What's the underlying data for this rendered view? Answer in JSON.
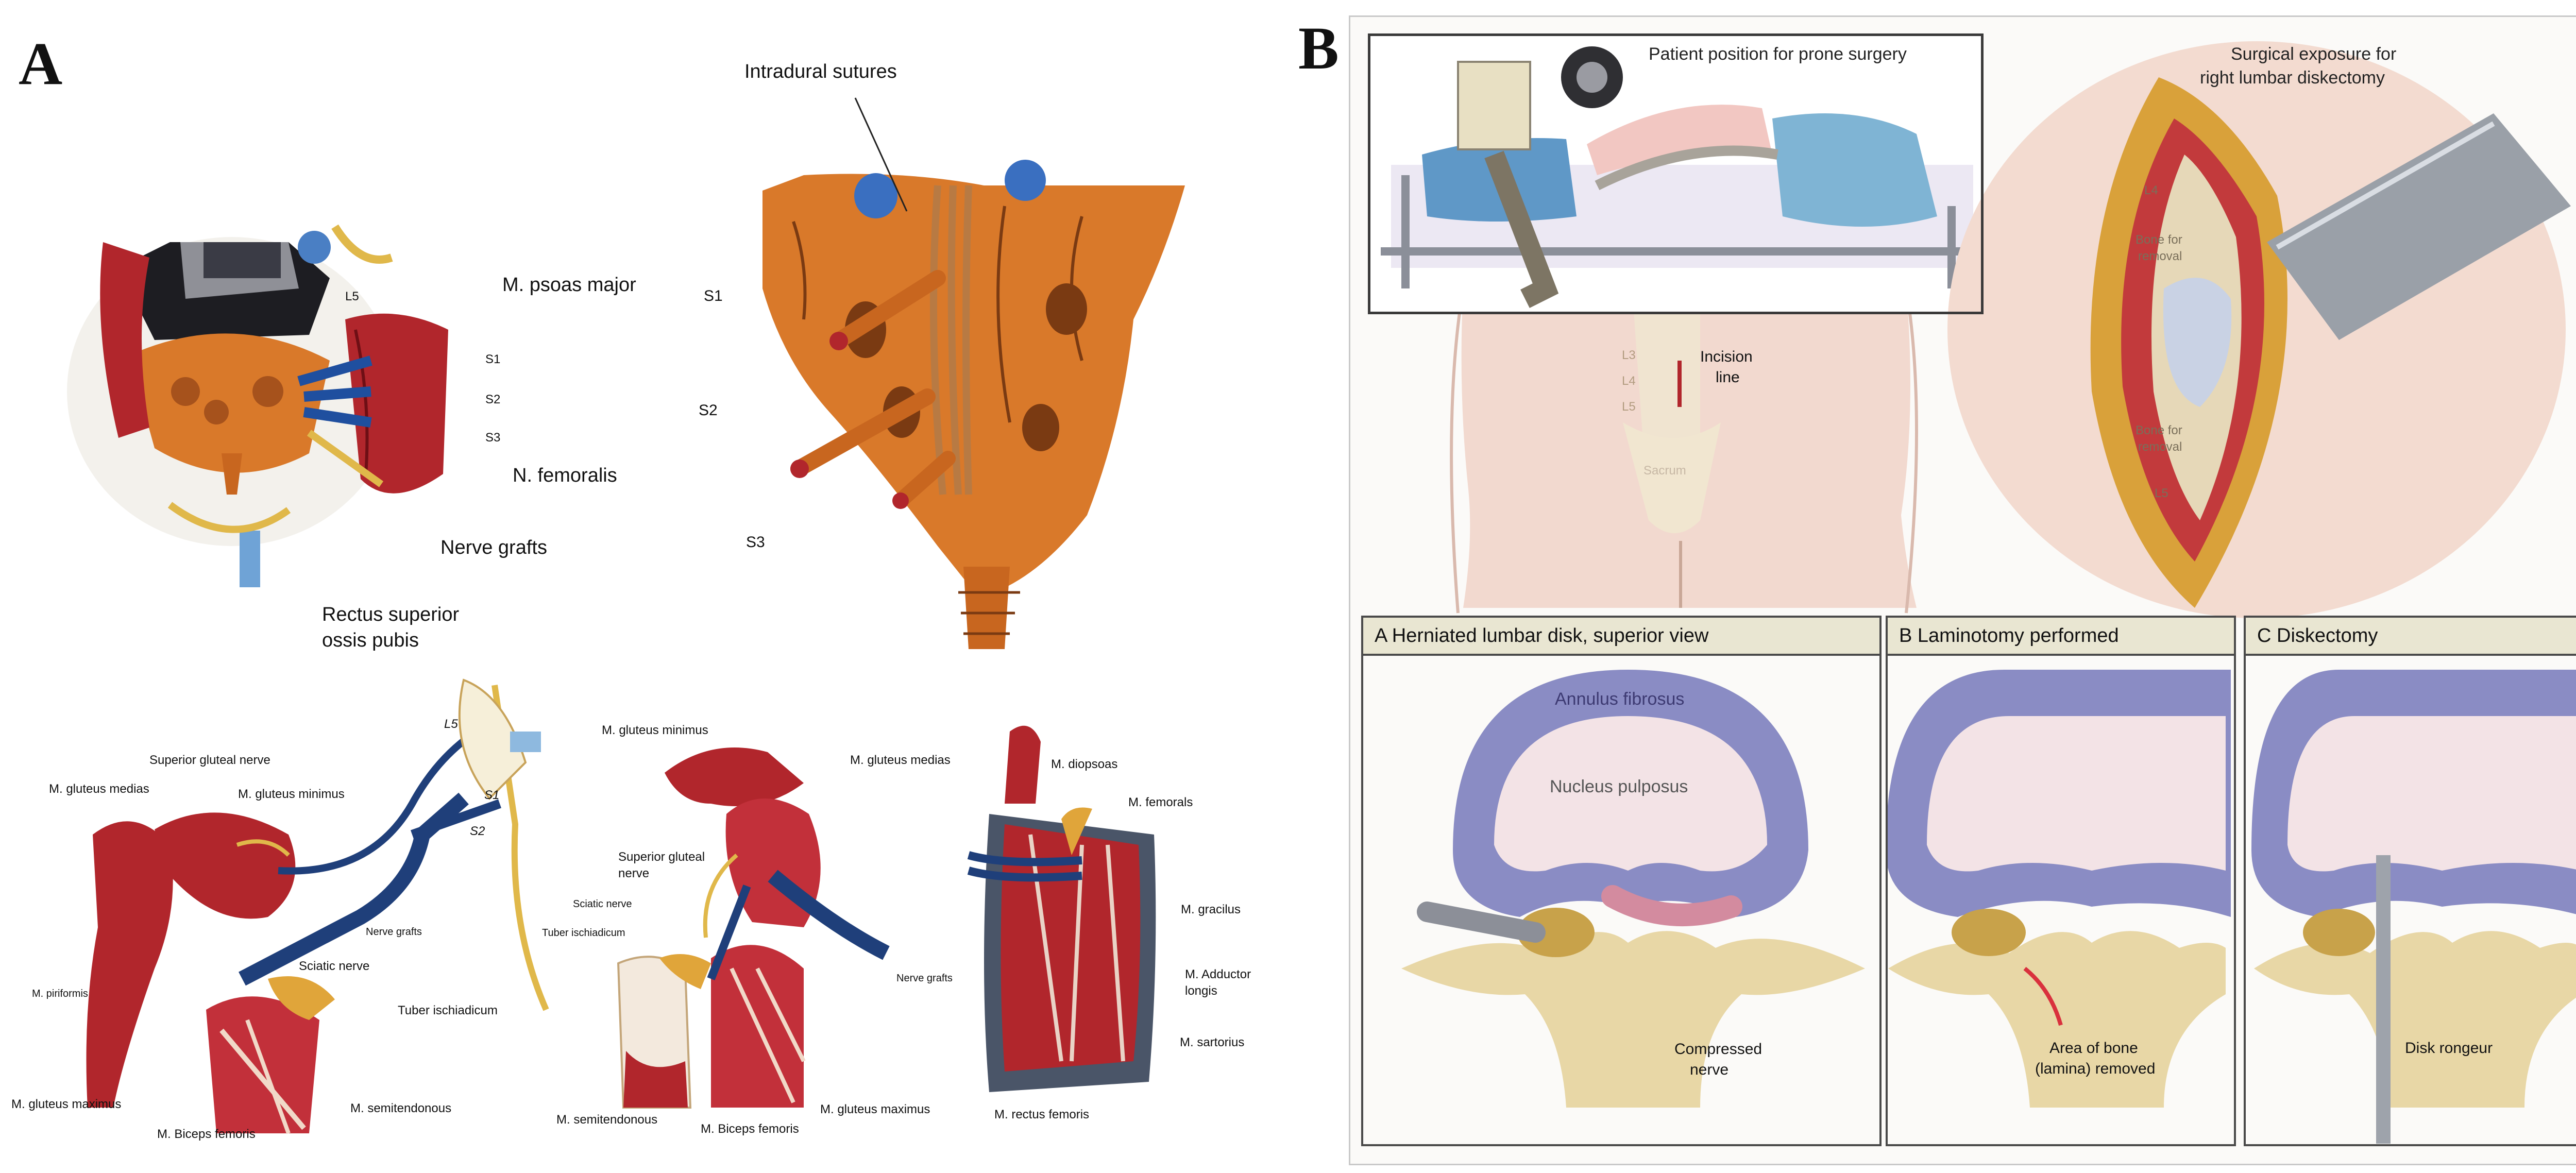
{
  "panels": {
    "a_letter": "A",
    "b_letter": "B"
  },
  "panel_a": {
    "top_left": {
      "labels": [
        "L5",
        "S1",
        "S2",
        "S3",
        "M. psoas major",
        "N. femoralis",
        "Nerve grafts",
        "Rectus superior",
        "ossis pubis"
      ]
    },
    "top_right": {
      "labels": [
        "Intradural sutures",
        "S1",
        "S2",
        "S3"
      ]
    },
    "bottom_left": {
      "labels": [
        "Superior gluteal nerve",
        "M. gluteus medias",
        "M. gluteus minimus",
        "Nerve grafts",
        "Sciatic nerve",
        "Tuber ischiadicum",
        "M. piriformis",
        "M. gluteus maximus",
        "M. semitendonous",
        "M. Biceps femoris",
        "L5",
        "S1",
        "S2"
      ]
    },
    "bottom_middle": {
      "labels": [
        "M. gluteus minimus",
        "M. gluteus medias",
        "Superior gluteal",
        "nerve",
        "Sciatic nerve",
        "Tuber ischiadicum",
        "Nerve grafts",
        "M. semitendonous",
        "M. Biceps femoris",
        "M. gluteus maximus"
      ]
    },
    "bottom_right": {
      "labels": [
        "M. diopsoas",
        "M. femorals",
        "M. gracilus",
        "M. Adductor",
        "longis",
        "M. sartorius",
        "M. rectus femoris"
      ]
    }
  },
  "panel_b": {
    "prone": {
      "title": "Patient position for prone surgery",
      "labels": [
        "L3",
        "L4",
        "L5",
        "Incision",
        "line",
        "Sacrum"
      ]
    },
    "exposure": {
      "title": "Surgical exposure for",
      "title2": "right lumbar diskectomy",
      "labels": [
        "L4",
        "Bone for",
        "removal",
        "Bone for",
        "removal",
        "L5"
      ]
    },
    "subpanels": [
      {
        "heading": "A  Herniated lumbar disk, superior view",
        "labels": [
          "Annulus fibrosus",
          "Nucleus pulposus",
          "Compressed",
          "nerve"
        ]
      },
      {
        "heading": "B  Laminotomy performed",
        "labels": [
          "Area of bone",
          "(lamina) removed"
        ]
      },
      {
        "heading": "C  Diskectomy",
        "labels": [
          "Disk rongeur"
        ]
      }
    ]
  },
  "colors": {
    "muscle_red": "#b1262c",
    "bone_orange": "#d9792a",
    "bone_cream": "#e8d7a6",
    "nerve_blue": "#1f3f7a",
    "nerve_yellow": "#e0b84a",
    "annulus_purple": "#8a8cc4",
    "nucleus_pink": "#f3e3e6",
    "skin": "#f2d9cf",
    "inset_header": "#e9e6d2"
  }
}
